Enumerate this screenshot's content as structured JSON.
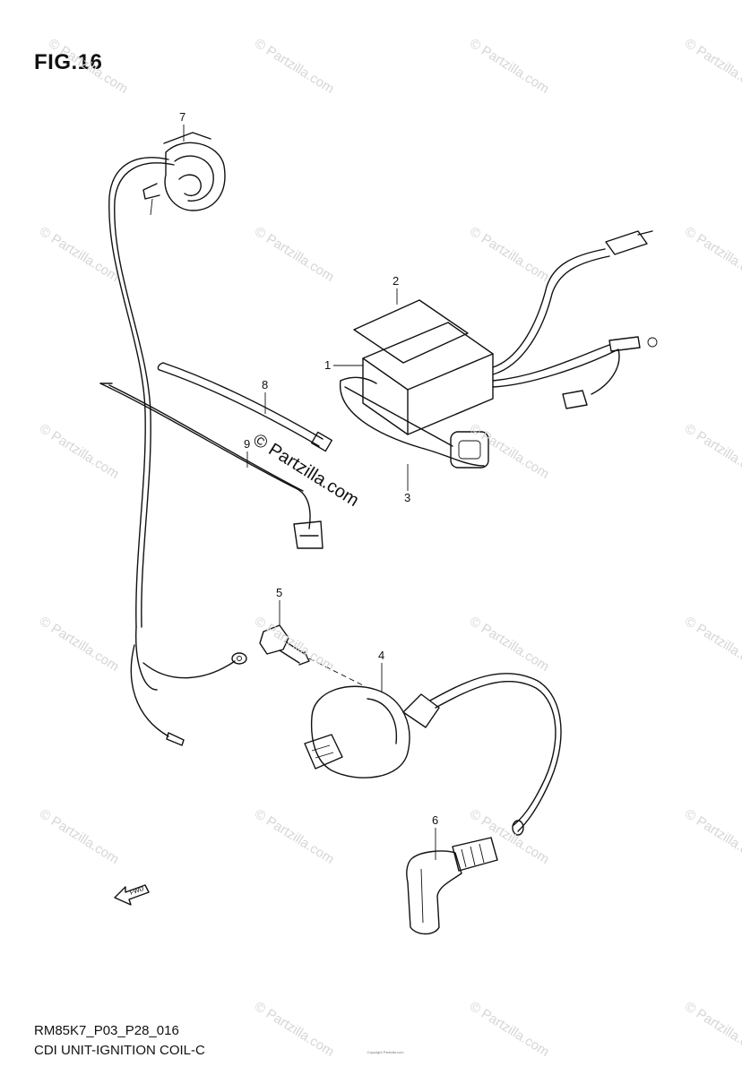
{
  "figure_label": "FIG.16",
  "footer": {
    "code": "RM85K7_P03_P28_016",
    "name": "CDI UNIT-IGNITION COIL-C"
  },
  "copyright_small": "Copyright Partzilla.com",
  "watermark": "© Partzilla.com",
  "fwd_label": "FWD",
  "callouts": [
    {
      "num": "1",
      "part": "cdi-unit"
    },
    {
      "num": "2",
      "part": "cdi-cushion-pad"
    },
    {
      "num": "3",
      "part": "cdi-holder-band"
    },
    {
      "num": "4",
      "part": "ignition-coil"
    },
    {
      "num": "5",
      "part": "bolt"
    },
    {
      "num": "6",
      "part": "spark-plug-cap"
    },
    {
      "num": "7",
      "part": "stator-coil"
    },
    {
      "num": "8",
      "part": "cable-tie"
    },
    {
      "num": "9",
      "part": "cable-clamp"
    }
  ]
}
